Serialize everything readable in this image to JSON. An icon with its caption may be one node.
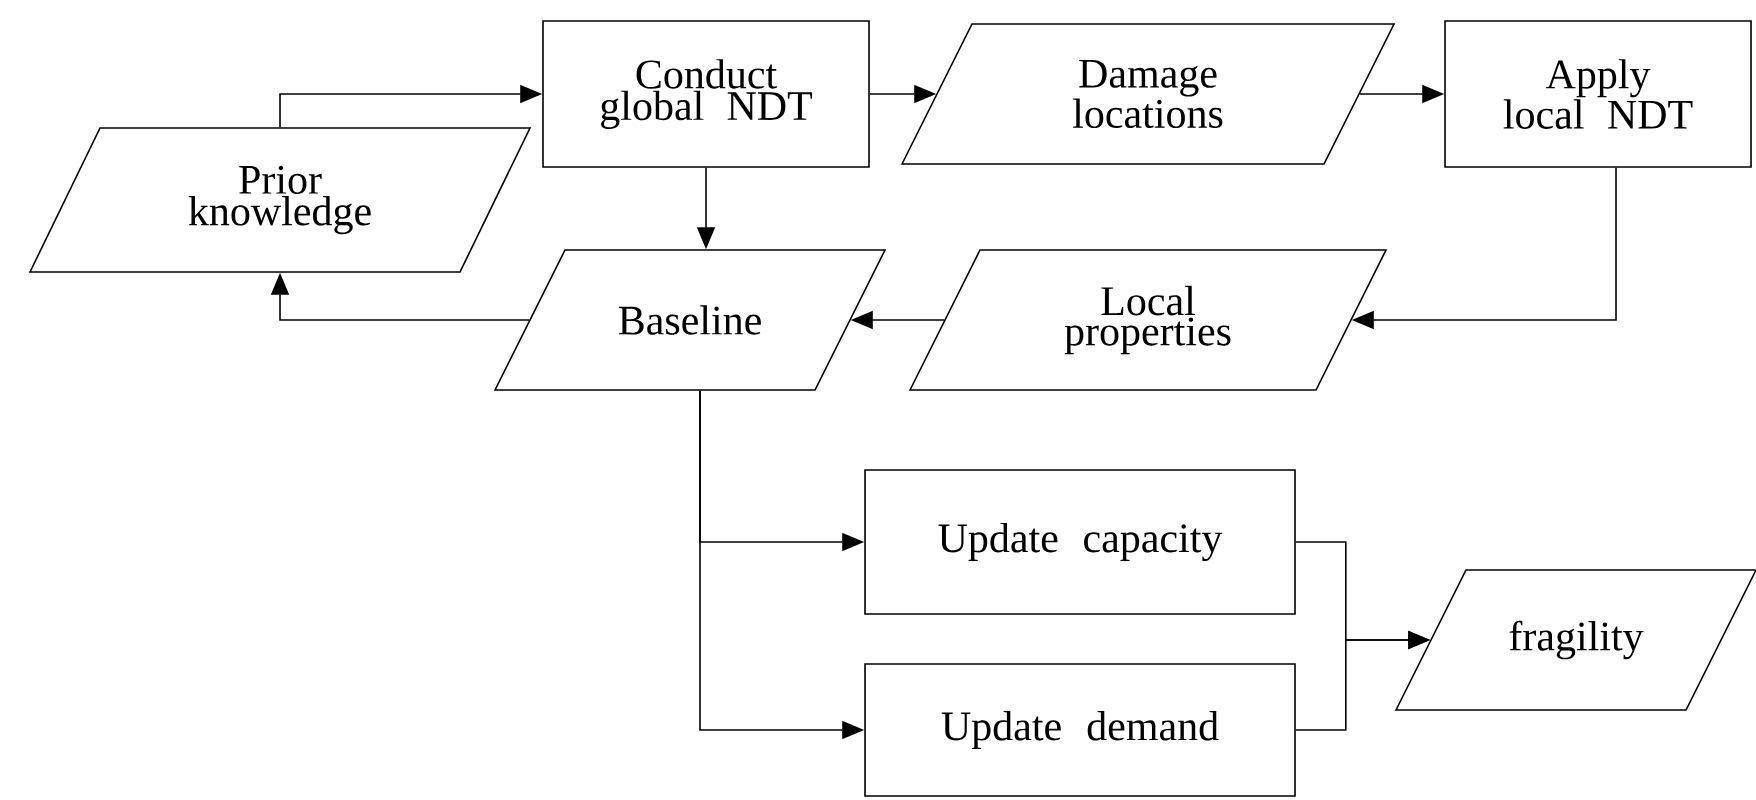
{
  "diagram": {
    "nodes": [
      {
        "text": [
          "Prior knowledge"
        ]
      },
      {
        "text": [
          "Conduct global NDT"
        ]
      },
      {
        "text": [
          "Damage locations"
        ]
      },
      {
        "text": [
          "Apply local NDT"
        ]
      },
      {
        "text": [
          "Baseline"
        ]
      },
      {
        "text": [
          "Local properties"
        ]
      },
      {
        "text": [
          "Update capacity"
        ]
      },
      {
        "text": [
          "Update demand"
        ]
      },
      {
        "text": [
          "fragility"
        ]
      }
    ],
    "edges": [
      {
        "from": 0,
        "to": 1,
        "arrow": "to"
      },
      {
        "from": 1,
        "to": 2,
        "arrow": "to"
      },
      {
        "from": 2,
        "to": 3,
        "arrow": "to"
      },
      {
        "from": 1,
        "to": 4,
        "arrow": "to"
      },
      {
        "from": 3,
        "to": 5,
        "arrow": "to"
      },
      {
        "from": 5,
        "to": 4,
        "arrow": "to"
      },
      {
        "from": 4,
        "to": 0,
        "arrow": "to"
      },
      {
        "from": 4,
        "to": 6,
        "arrow": "to"
      },
      {
        "from": 4,
        "to": 7,
        "arrow": "to"
      },
      {
        "from": 6,
        "to": 8,
        "arrow": "to"
      },
      {
        "from": 7,
        "to": 8,
        "arrow": "to"
      }
    ]
  }
}
